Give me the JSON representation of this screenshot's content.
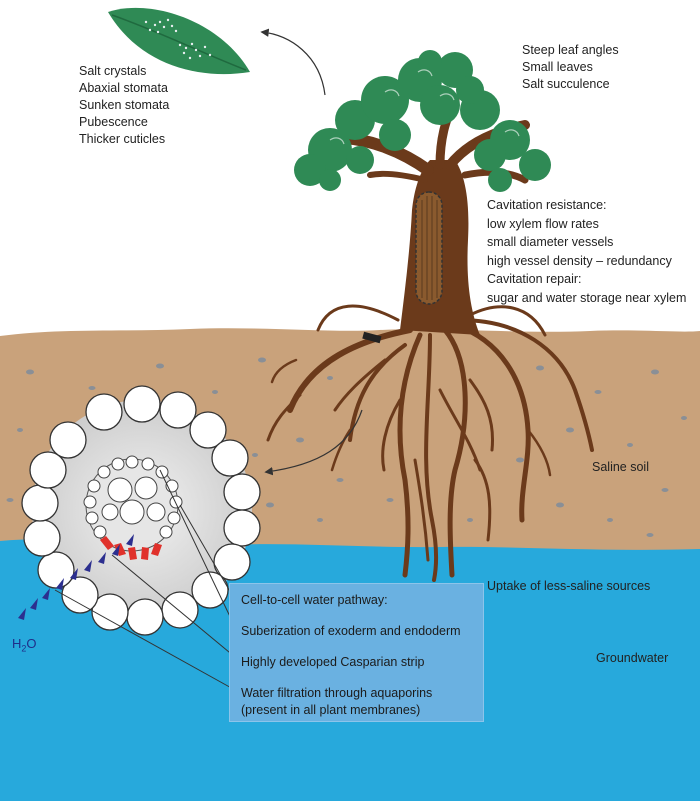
{
  "leaf_traits": [
    "Salt crystals",
    "Abaxial stomata",
    "Sunken stomata",
    "Pubescence",
    "Thicker cuticles"
  ],
  "crown_traits": [
    "Steep leaf angles",
    "Small leaves",
    "Salt succulence"
  ],
  "trunk_traits": [
    "Cavitation resistance:",
    "low xylem flow rates",
    "small diameter vessels",
    "high vessel density – redundancy",
    "Cavitation repair:",
    "sugar and water storage near xylem"
  ],
  "zones": {
    "saline_soil": "Saline soil",
    "uptake": "Uptake of less-saline sources",
    "groundwater": "Groundwater"
  },
  "water": {
    "symbol": "H",
    "subscript": "2",
    "suffix": "O"
  },
  "root_box": {
    "title": "Cell-to-cell water pathway:",
    "suberization": "Suberization of exoderm and endoderm",
    "casparian": "Highly developed Casparian strip",
    "aquaporins_line1": "Water filtration through aquaporins",
    "aquaporins_line2": "(present in all plant membranes)"
  },
  "colors": {
    "soil": "#c9a27b",
    "groundwater": "#27a9dc",
    "foliage": "#2f8a55",
    "trunk": "#6b3a1b",
    "casparian": "#e0312b",
    "water_arrow": "#2c2f8f",
    "info_box": "#6ab1e1"
  }
}
